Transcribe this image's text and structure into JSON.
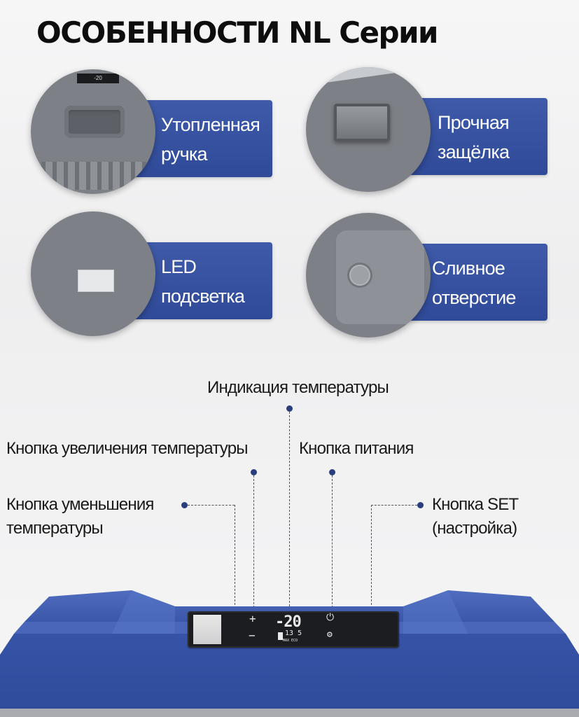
{
  "header": {
    "title": "ОСОБЕННОСТИ NL Серии"
  },
  "features": [
    {
      "id": "handle",
      "label_lines": [
        "Утопленная",
        "ручка"
      ]
    },
    {
      "id": "latch",
      "label_lines": [
        "Прочная",
        "защёлка"
      ]
    },
    {
      "id": "led",
      "label_lines": [
        "LED",
        "подсветка"
      ]
    },
    {
      "id": "drain",
      "label_lines": [
        "Сливное",
        "отверстие"
      ]
    }
  ],
  "handle_display_text": "-20",
  "control_labels": {
    "temp_indicator": "Индикация температуры",
    "temp_up": "Кнопка увеличения температуры",
    "power": "Кнопка питания",
    "temp_down_lines": [
      "Кнопка уменьшения",
      "температуры"
    ],
    "set_lines": [
      "Кнопка SET",
      "(настройка)"
    ]
  },
  "control_panel": {
    "plus_glyph": "+",
    "minus_glyph": "−",
    "temp_readout": "-20",
    "secondary_readout": "13 5",
    "mode_text": "MAX ECO",
    "power_glyph": "⏻",
    "set_glyph": "⚙"
  },
  "colors": {
    "brand_blue": "#34509f",
    "device_blue": "#3a58a9",
    "text_dark": "#1a1a1a",
    "panel_black": "#1c1d20"
  }
}
